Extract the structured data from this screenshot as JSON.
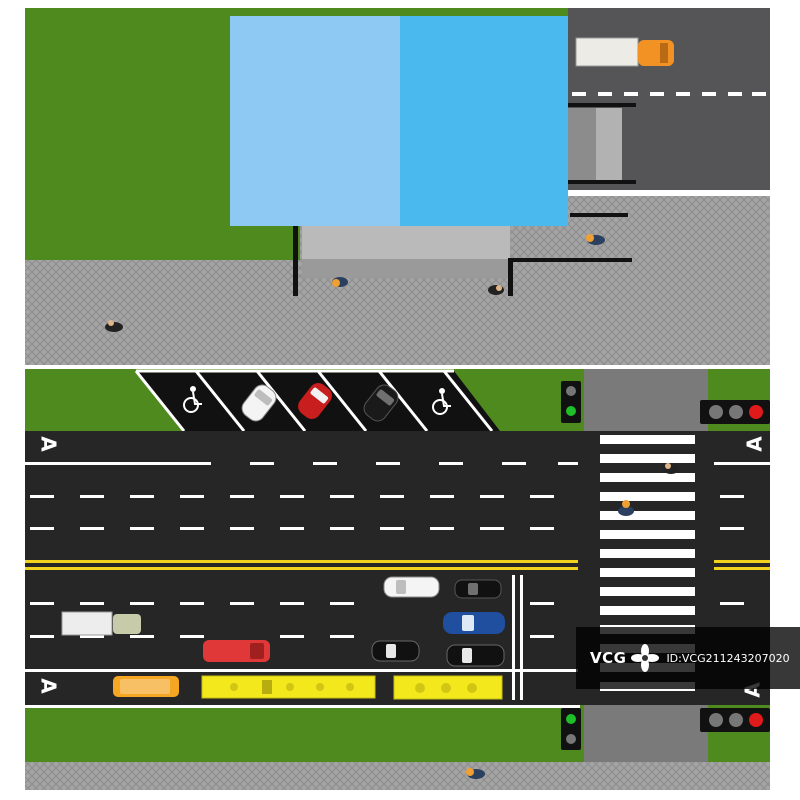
{
  "road_markings": {
    "lane_letter_left_top": "A",
    "lane_letter_right_top": "A",
    "lane_letter_left_bottom": "A",
    "lane_letter_right_bottom": "A"
  },
  "traffic_lights": {
    "top_left": "green",
    "top_right": "red",
    "bottom_left": "green",
    "bottom_right": "red"
  },
  "parking": {
    "accessible_symbol": "wheelchair-icon",
    "spaces": [
      "accessible",
      "white-car",
      "red-car",
      "black-car",
      "accessible"
    ]
  },
  "watermark": {
    "brand": "VCG",
    "id": "ID:VCG211243207020"
  }
}
